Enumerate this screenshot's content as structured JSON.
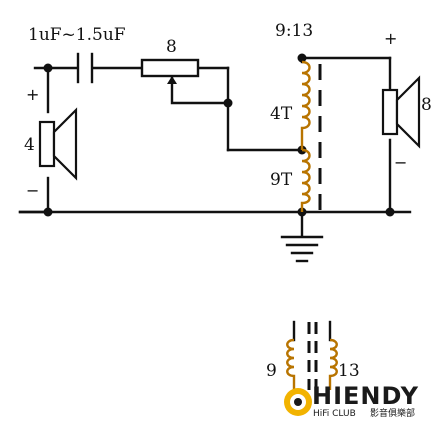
{
  "labels": {
    "capacitor_value": "1uF~1.5uF",
    "resistor_value": "8",
    "transformer_ratio": "9:13",
    "tap_upper": "4T",
    "tap_lower": "9T",
    "left_speaker_impedance": "4",
    "right_speaker_impedance": "8",
    "plus": "+",
    "minus": "−",
    "detail_left": "9",
    "detail_right": "13"
  },
  "logo": {
    "name": "HIENDY",
    "sub": "HiFi CLUB",
    "cjk": "影音俱樂部"
  },
  "colors": {
    "wire": "#111111",
    "coil": "#b87400",
    "logo_disc": "#f2b300"
  }
}
